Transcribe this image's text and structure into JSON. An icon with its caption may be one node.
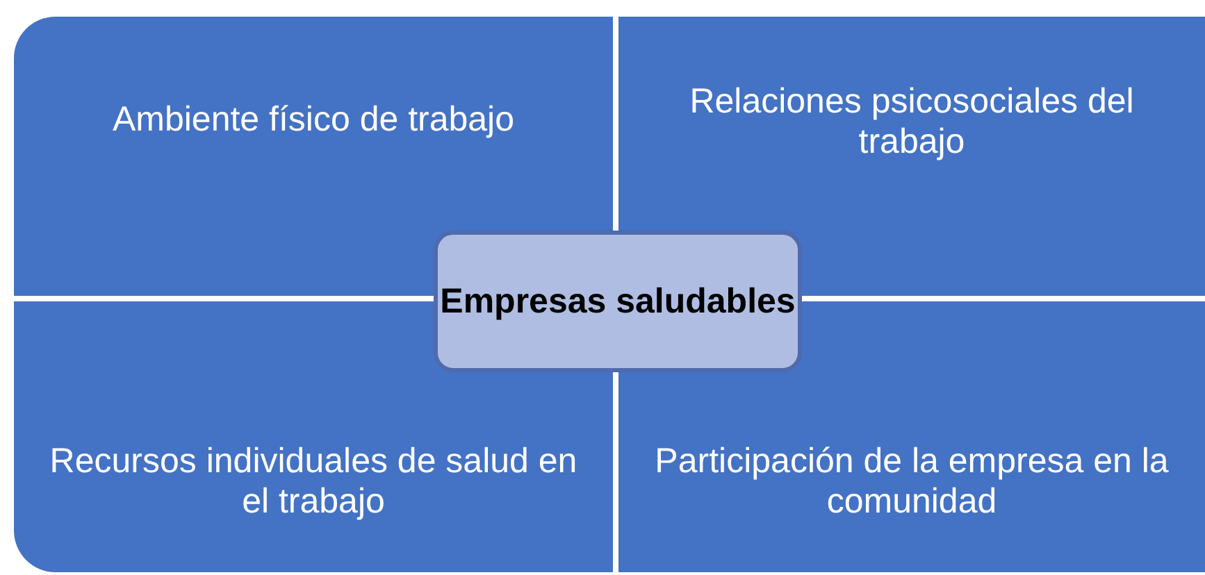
{
  "diagram": {
    "nodes": [
      {
        "text": [
          "Ambiente físico de trabajo"
        ]
      },
      {
        "text": [
          "Relaciones psicosociales del trabajo"
        ]
      },
      {
        "text": [
          "Recursos individuales de salud en el trabajo"
        ]
      },
      {
        "text": [
          "Participación de la empresa en la comunidad"
        ]
      },
      {
        "text": [
          "Empresas saludables"
        ]
      }
    ]
  }
}
